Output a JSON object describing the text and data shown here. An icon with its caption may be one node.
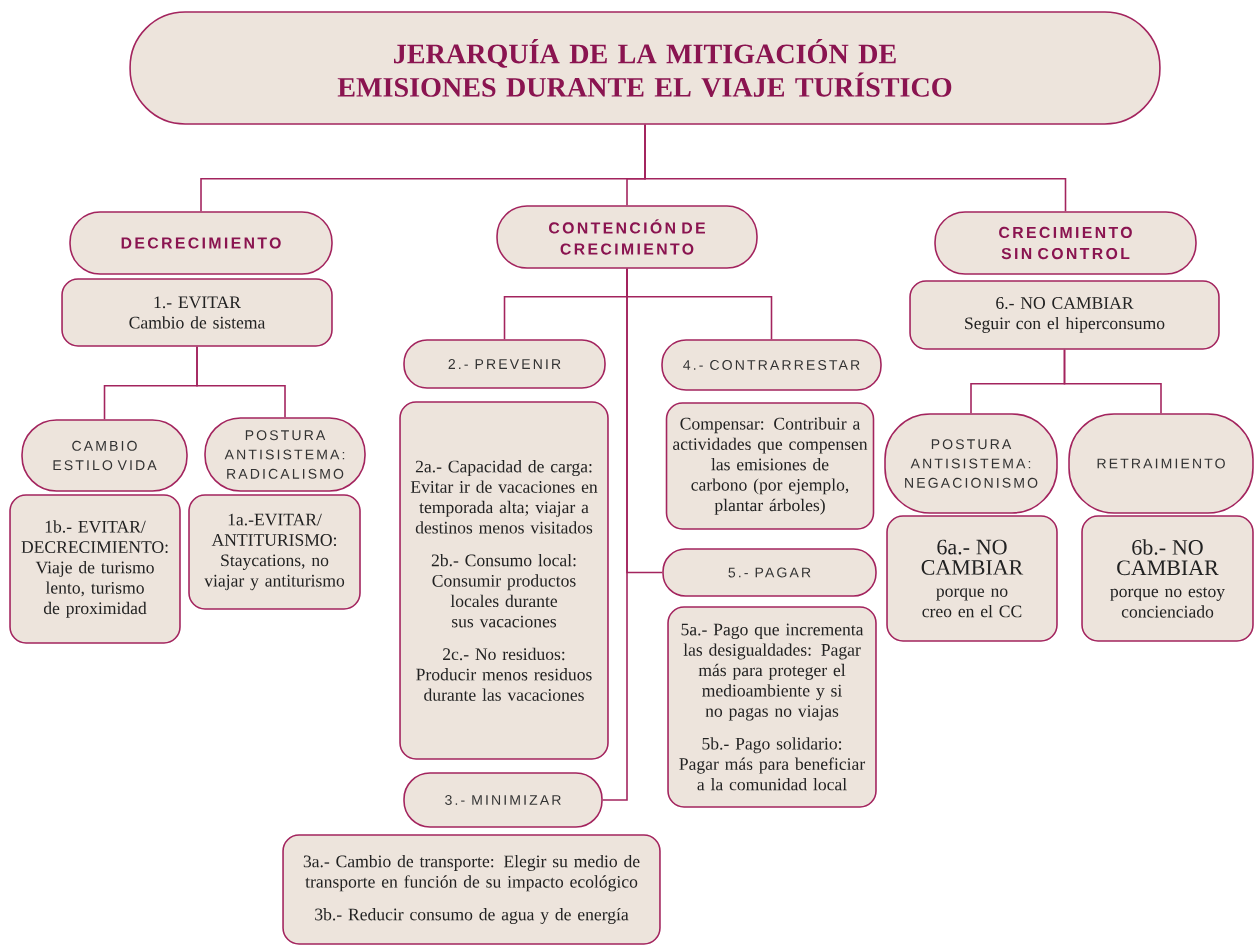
{
  "diagram": {
    "nodes": [
      {
        "text": [
          "JERARQUÍA DE LA MITIGACIÓN DE EMISIONES DURANTE EL VIAJE TURÍSTICO"
        ]
      },
      {
        "text": [
          "DECRECIMIENTO"
        ]
      },
      {
        "text": [
          "CONTENCIÓN DE CRECIMIENTO"
        ]
      },
      {
        "text": [
          "CRECIMIENTO SIN CONTROL"
        ]
      },
      {
        "text": [
          "1.- EVITAR",
          "Cambio de sistema"
        ]
      },
      {
        "text": [
          "CAMBIO ESTILO VIDA"
        ]
      },
      {
        "text": [
          "POSTURA ANTISISTEMA: RADICALISMO"
        ]
      },
      {
        "text": [
          "1b.- EVITAR/ DECRECIMIENTO: Viaje de turismo lento, turismo de proximidad"
        ]
      },
      {
        "text": [
          "1a.-EVITAR/ ANTITURISMO: Staycations, no viajar y antiturismo"
        ]
      },
      {
        "text": [
          "2.- PREVENIR"
        ]
      },
      {
        "text": [
          "4.- CONTRARRESTAR"
        ]
      },
      {
        "text": [
          "2a.- Capacidad de carga: Evitar ir de vacaciones en temporada alta; viajar a destinos menos visitados",
          "2b.- Consumo local: Consumir productos locales durante sus vacaciones",
          "2c.- No residuos: Producir menos residuos durante las vacaciones"
        ]
      },
      {
        "text": [
          "Compensar: Contribuir a actividades que compensen las emisiones de carbono (por ejemplo, plantar árboles)"
        ]
      },
      {
        "text": [
          "5.- PAGAR"
        ]
      },
      {
        "text": [
          "5a.- Pago que incrementa las desigualdades: Pagar más para proteger el medioambiente y si no pagas no viajas",
          "5b.- Pago solidario: Pagar más para beneficiar a la comunidad local"
        ]
      },
      {
        "text": [
          "3.- MINIMIZAR"
        ]
      },
      {
        "text": [
          "3a.- Cambio de transporte: Elegir su medio de transporte en función de su impacto ecológico",
          "3b.- Reducir  consumo de agua y de energía"
        ]
      },
      {
        "text": [
          "6.- NO CAMBIAR",
          "Seguir con el hiperconsumo"
        ]
      },
      {
        "text": [
          "POSTURA ANTISISTEMA: NEGACIONISMO"
        ]
      },
      {
        "text": [
          "RETRAIMIENTO"
        ]
      },
      {
        "text": [
          "6a.- NO CAMBIAR",
          "porque no creo en el CC"
        ]
      },
      {
        "text": [
          "6b.- NO CAMBIAR",
          "porque no estoy concienciado"
        ]
      }
    ],
    "edges": [
      {
        "from": 0,
        "to": 1,
        "arrow": "none"
      },
      {
        "from": 0,
        "to": 2,
        "arrow": "none"
      },
      {
        "from": 0,
        "to": 3,
        "arrow": "none"
      },
      {
        "from": 4,
        "to": 5,
        "arrow": "none"
      },
      {
        "from": 4,
        "to": 6,
        "arrow": "none"
      },
      {
        "from": 2,
        "to": 9,
        "arrow": "none"
      },
      {
        "from": 2,
        "to": 10,
        "arrow": "none"
      },
      {
        "from": 2,
        "to": 13,
        "arrow": "none"
      },
      {
        "from": 2,
        "to": 15,
        "arrow": "none"
      },
      {
        "from": 17,
        "to": 18,
        "arrow": "none"
      },
      {
        "from": 17,
        "to": 19,
        "arrow": "none"
      }
    ]
  }
}
